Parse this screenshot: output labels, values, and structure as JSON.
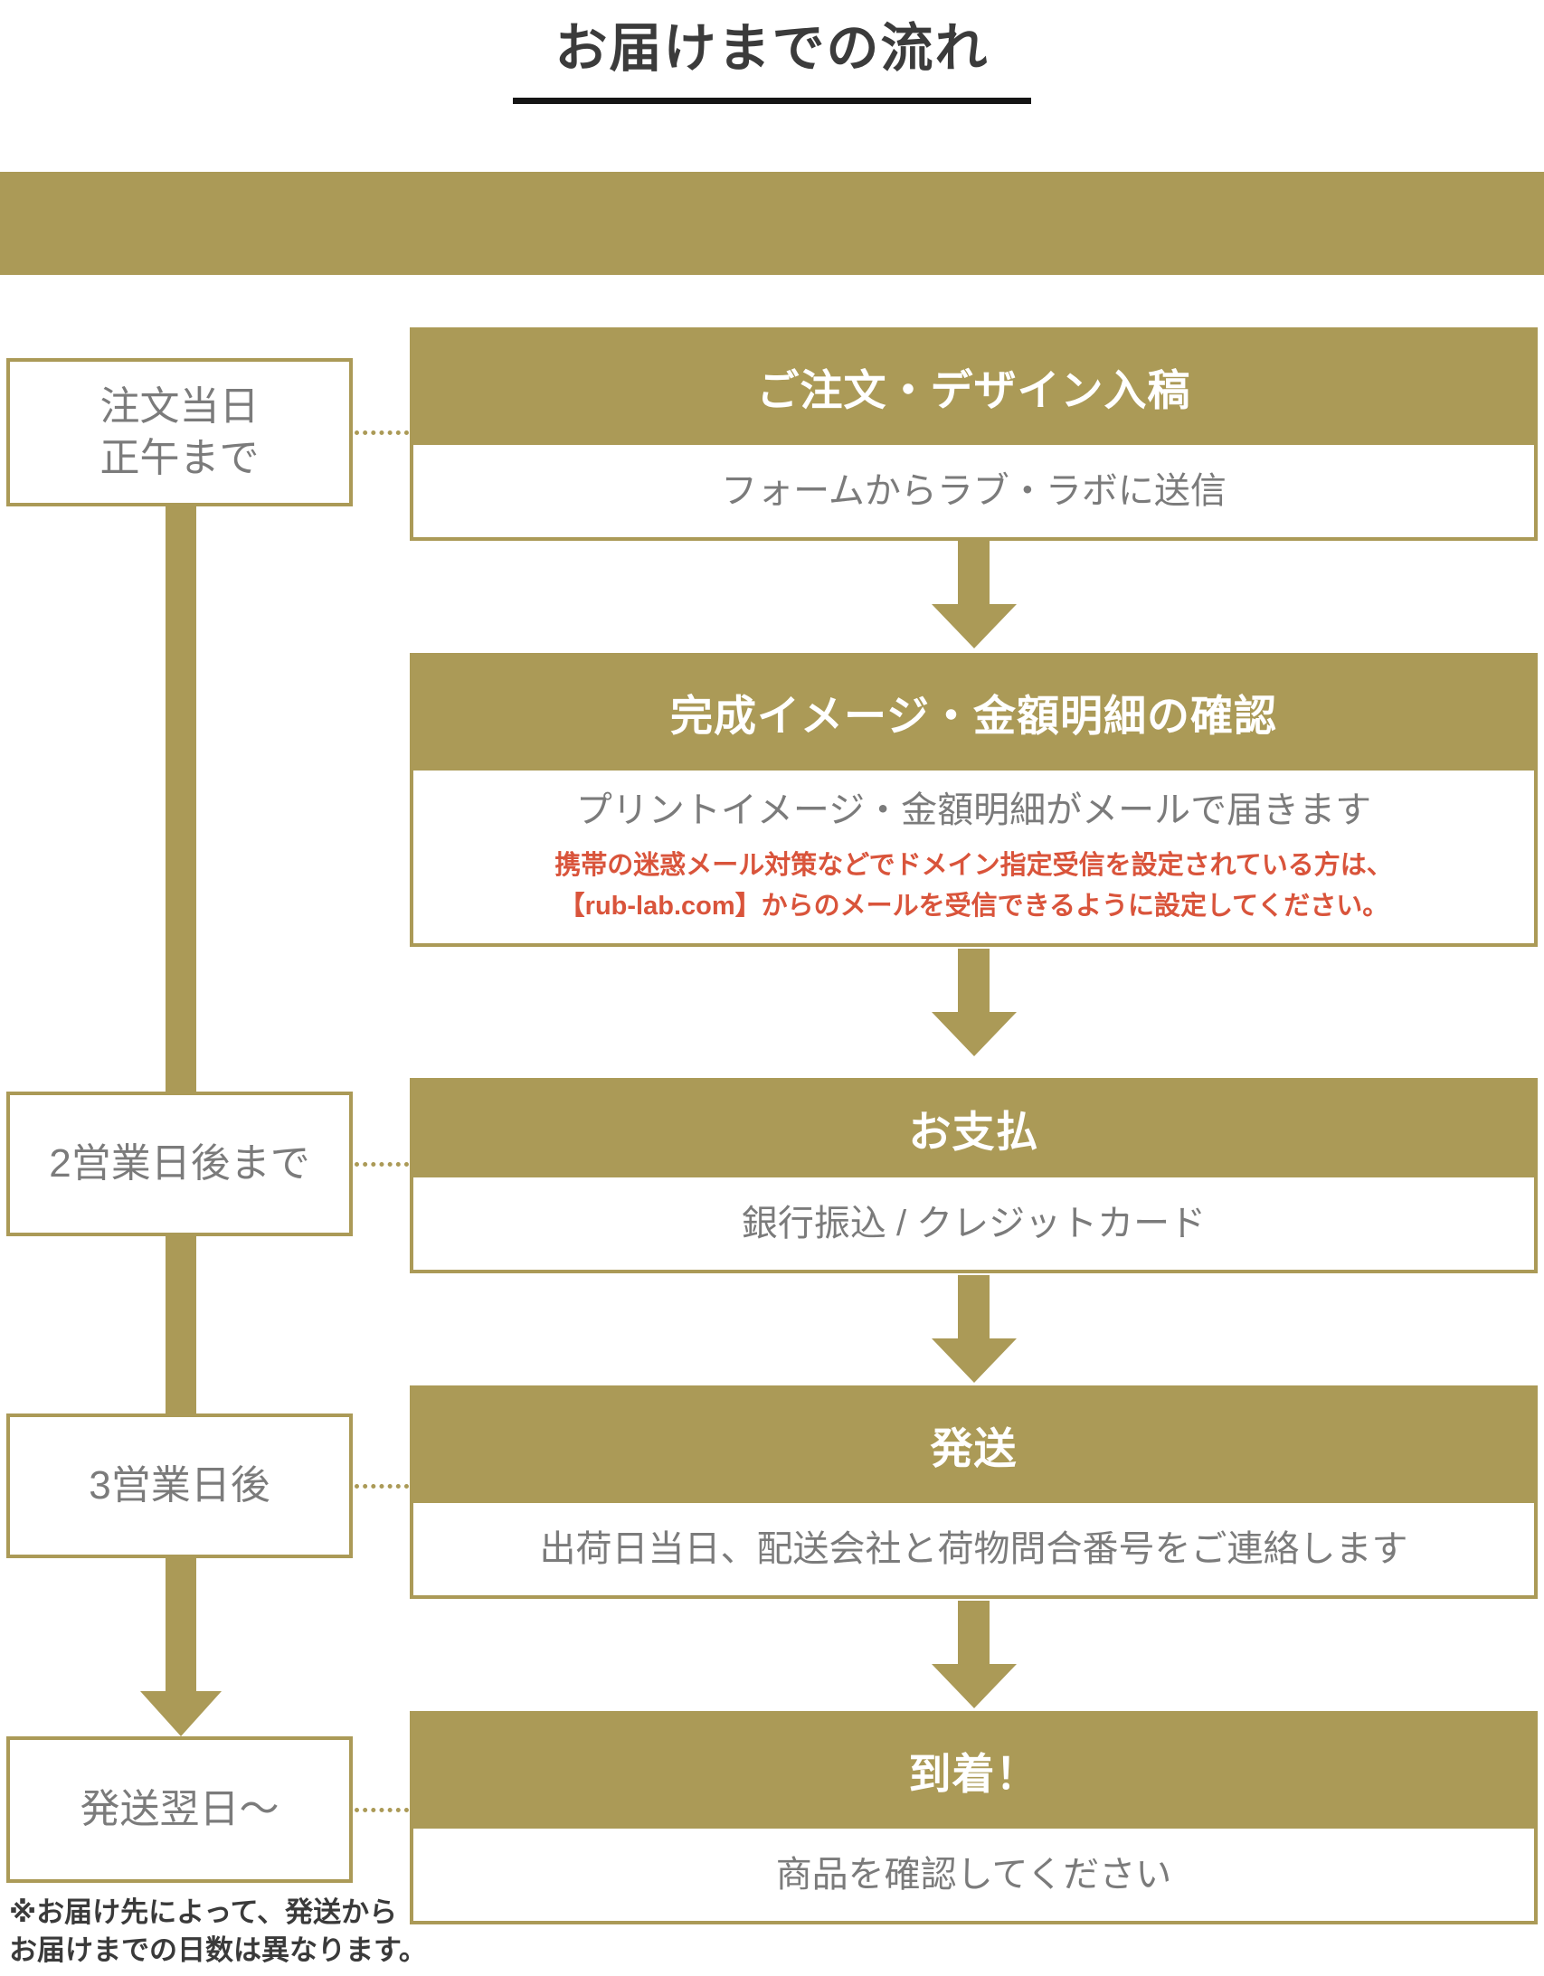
{
  "page": {
    "title": "お届けまでの流れ",
    "footnote": [
      "※お届け先によって、発送から",
      "お届けまでの日数は異なります。"
    ]
  },
  "colors": {
    "accent_gold": "#ab9a57",
    "body_text_gray": "#7b7b7b",
    "alert_red": "#d9543b",
    "title_dark": "#3b3b3b",
    "background": "#ffffff"
  },
  "timeline": [
    {
      "lines": [
        "注文当日",
        "正午まで"
      ]
    },
    {
      "lines": [
        "2営業日後まで"
      ]
    },
    {
      "lines": [
        "3営業日後"
      ]
    },
    {
      "lines": [
        "発送翌日〜"
      ]
    }
  ],
  "steps": [
    {
      "title": "ご注文・デザイン入稿",
      "description": "フォームからラブ・ラボに送信"
    },
    {
      "title": "完成イメージ・金額明細の確認",
      "description": "プリントイメージ・金額明細がメールで届きます",
      "note_lines": [
        "携帯の迷惑メール対策などでドメイン指定受信を設定されている方は、",
        "【rub-lab.com】からのメールを受信できるように設定してください。"
      ]
    },
    {
      "title": "お支払",
      "description": "銀行振込 / クレジットカード"
    },
    {
      "title": "発送",
      "description": "出荷日当日、配送会社と荷物問合番号をご連絡します"
    },
    {
      "title": "到着！",
      "description": "商品を確認してください"
    }
  ]
}
